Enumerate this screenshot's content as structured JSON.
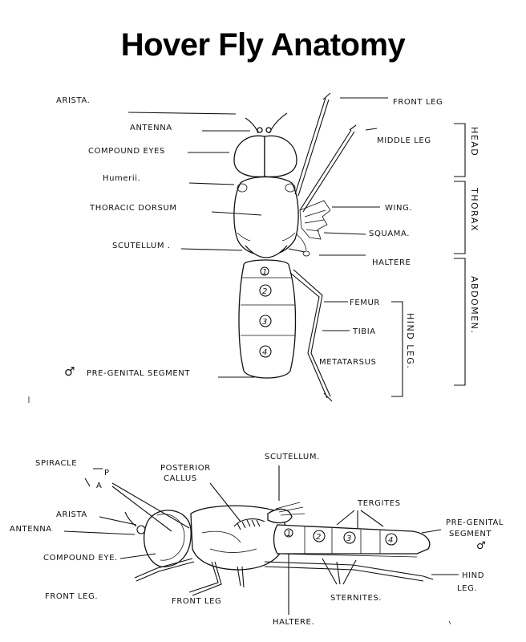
{
  "title": "Hover Fly Anatomy",
  "dorsal": {
    "labels": {
      "arista": "ARISTA.",
      "antenna": "ANTENNA",
      "compound_eyes": "COMPOUND EYES",
      "humerii": "Humerii.",
      "thoracic_dorsum": "THORACIC DORSUM",
      "scutellum": "SCUTELLUM .",
      "pre_genital": "PRE-GENITAL SEGMENT",
      "male_symbol": "♂",
      "front_leg": "FRONT LEG",
      "middle_leg": "MIDDLE LEG",
      "wing": "WING.",
      "squama": "SQUAMA.",
      "haltere": "HALTERE",
      "femur": "FEMUR",
      "tibia": "TIBIA",
      "metatarsus": "METATARSUS"
    },
    "segments": [
      "1",
      "2",
      "3",
      "4"
    ],
    "regions": {
      "head": "HEAD",
      "thorax": "THORAX",
      "abdomen": "ABDOMEN.",
      "hind_leg": "HIND LEG."
    }
  },
  "lateral": {
    "labels": {
      "spiracle": "SPIRACLE",
      "p": "P",
      "a": "A",
      "posterior_callus": [
        "POSTERIOR",
        "CALLUS"
      ],
      "scutellum": "SCUTELLUM.",
      "tergites": "TERGITES",
      "pre_genital": [
        "PRE-GENITAL",
        "SEGMENT"
      ],
      "male_symbol": "♂",
      "arista": "ARISTA",
      "antenna": "ANTENNA",
      "compound_eye": "COMPOUND EYE.",
      "front_leg_1": "FRONT LEG.",
      "front_leg_2": "FRONT LEG",
      "haltere": "HALTERE.",
      "sternites": "STERNITES.",
      "hind_leg": [
        "HIND",
        "LEG."
      ]
    },
    "segments": [
      "1",
      "2",
      "3",
      "4"
    ]
  }
}
